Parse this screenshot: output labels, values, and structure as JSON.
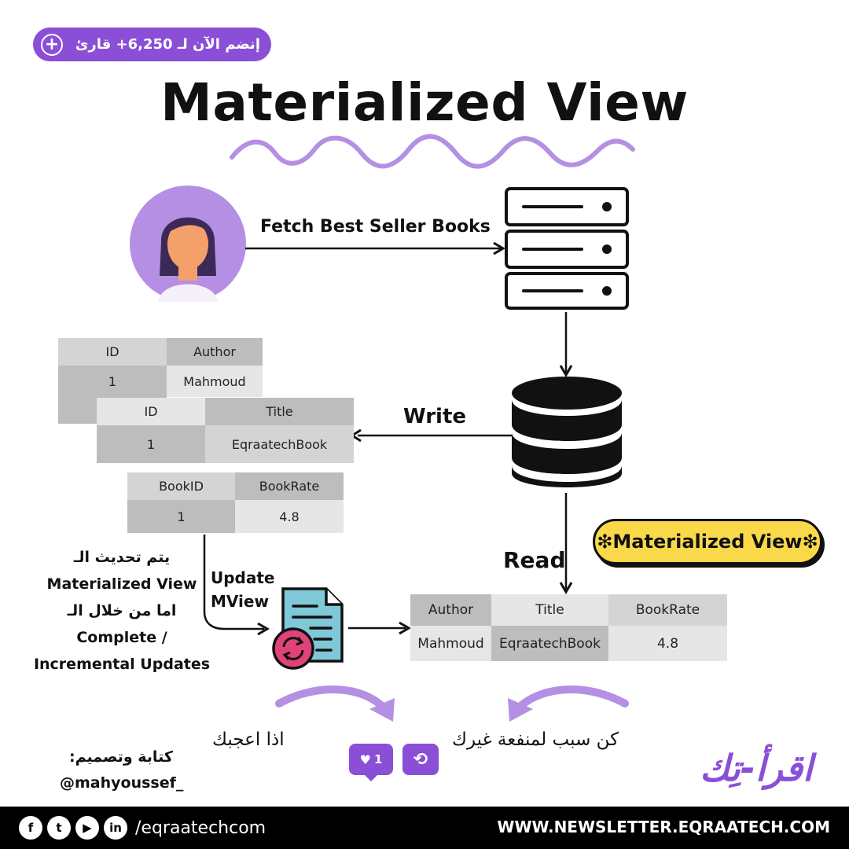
{
  "join_pill": {
    "text": "إنضم الآن لـ 6,250+ قارئ",
    "icon": "plus-icon"
  },
  "title": "Materialized View",
  "labels": {
    "fetch": "Fetch Best Seller Books",
    "write": "Write",
    "read": "Read",
    "update_line1": "Update",
    "update_line2": "MView"
  },
  "table_author": {
    "headers": [
      "ID",
      "Author"
    ],
    "row": [
      "1",
      "Mahmoud"
    ]
  },
  "table_title": {
    "headers": [
      "ID",
      "Title"
    ],
    "row": [
      "1",
      "EqraatechBook"
    ]
  },
  "table_rate": {
    "headers": [
      "BookID",
      "BookRate"
    ],
    "row": [
      "1",
      "4.8"
    ]
  },
  "table_mview": {
    "headers": [
      "Author",
      "Title",
      "BookRate"
    ],
    "row": [
      "Mahmoud",
      "EqraatechBook",
      "4.8"
    ]
  },
  "badge": "❇Materialized View❇",
  "note": {
    "line1": "يتم تحديث الـ",
    "line2": "Materialized View",
    "line3": "اما من خلال الـ",
    "line4": "Complete /",
    "line5": "Incremental Updates"
  },
  "like_text": "اذا اعجبك",
  "share_text": "كن سبب لمنفعة غيرك",
  "like_count": "1",
  "author_label": "كتابة وتصميم:",
  "author_handle": "@mahyoussef_",
  "logo_text": "اقرأ-تِك",
  "footer": {
    "handle": "/eqraatechcom",
    "website": "WWW.NEWSLETTER.EQRAATECH.COM",
    "icons": [
      "facebook-icon",
      "twitter-icon",
      "youtube-icon",
      "linkedin-icon"
    ]
  },
  "colors": {
    "purple": "#8a4fd6",
    "light_purple": "#b48fe3",
    "yellow": "#f9d84a",
    "skin": "#f4a06b",
    "hair": "#3b2a57"
  }
}
